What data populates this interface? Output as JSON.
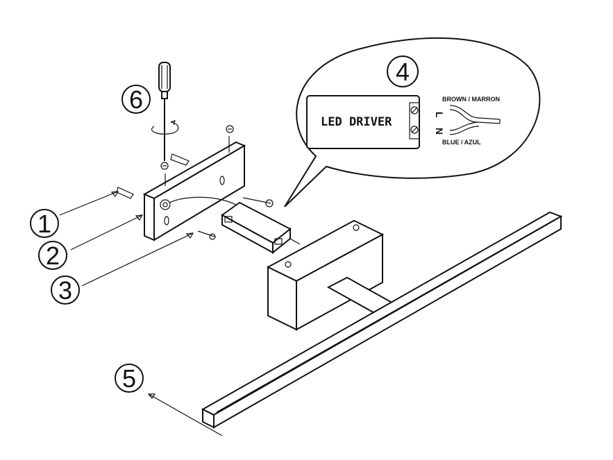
{
  "callouts": {
    "c1": "1",
    "c2": "2",
    "c3": "3",
    "c4": "4",
    "c5": "5",
    "c6": "6"
  },
  "inset": {
    "driver_label": "LED DRIVER",
    "terminal_l": "L",
    "terminal_n": "N",
    "wire_brown": "BROWN / MARRON",
    "wire_blue": "BLUE / AZUL"
  }
}
